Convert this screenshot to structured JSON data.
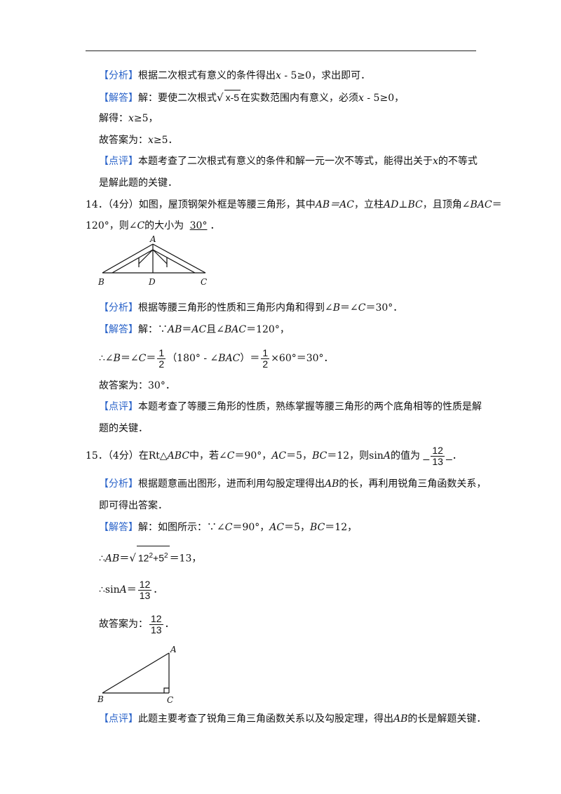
{
  "q13": {
    "analysis_tag": "【分析】",
    "analysis_text": "根据二次根式有意义的条件得出",
    "analysis_expr_x": "x",
    "analysis_expr_rest": " - 5≥0，求出即可．",
    "solution_tag": "【解答】",
    "solution_pre": "解：要使二次根式",
    "solution_radicand": "x-5",
    "solution_mid": "在实数范围内有意义，必须",
    "solution_x": "x",
    "solution_tail": " - 5≥0，",
    "solve_label": "解得：",
    "solve_x": "x",
    "solve_val": "≥5，",
    "answer_label": "故答案为：",
    "answer_x": "x",
    "answer_val": "≥5．",
    "comment_tag": "【点评】",
    "comment_l1": "本题考查了二次根式有意义的条件和解一元一次不等式，能得出关于",
    "comment_x": "x",
    "comment_l1_tail": "的不等式",
    "comment_l2": "是解此题的关键．"
  },
  "q14": {
    "stem_l1_a": "14．（4分）如图，屋顶钢架外框是等腰三角形，其中",
    "stem_l1_b": "AB＝AC",
    "stem_l1_c": "，立柱",
    "stem_l1_d": "AD⊥BC",
    "stem_l1_e": "，且顶角∠",
    "stem_l1_f": "BAC",
    "stem_l1_g": "＝",
    "stem_l2_a": "120°，则∠",
    "stem_l2_b": "C",
    "stem_l2_c": "的大小为",
    "answer_blank": "30°",
    "stem_l2_end": "．",
    "fig_labels": {
      "A": "A",
      "B": "B",
      "D": "D",
      "C": "C"
    },
    "analysis_tag": "【分析】",
    "analysis_a": "根据等腰三角形的性质和三角形内角和得到∠",
    "analysis_b": "B",
    "analysis_c": "＝∠",
    "analysis_d": "C",
    "analysis_e": "＝30°．",
    "solution_tag": "【解答】",
    "solution_a": "解：∵",
    "solution_b": "AB",
    "solution_c": "＝",
    "solution_d": "AC",
    "solution_e": "且∠",
    "solution_f": "BAC",
    "solution_g": "＝120°，",
    "calc_a": "∴∠",
    "calc_b": "B",
    "calc_c": "＝∠",
    "calc_d": "C",
    "calc_e": "＝",
    "frac_num": "1",
    "frac_den": "2",
    "calc_f": "（180° - ∠",
    "calc_g": "BAC",
    "calc_h": "）＝",
    "calc_i": "×60°＝30°．",
    "answer_label": "故答案为：30°．",
    "comment_tag": "【点评】",
    "comment_l1": "本题考查了等腰三角形的性质，熟练掌握等腰三角形的两个底角相等的性质是解",
    "comment_l2": "题的关键．"
  },
  "q15": {
    "stem_a": "15．（4分）在Rt△",
    "stem_b": "ABC",
    "stem_c": "中，若∠",
    "stem_d": "C",
    "stem_e": "＝90°，",
    "stem_f": "AC",
    "stem_g": "＝5，",
    "stem_h": "BC",
    "stem_i": "＝12，则sin",
    "stem_j": "A",
    "stem_k": "的值为",
    "ans_num": "12",
    "ans_den": "13",
    "stem_end": "．",
    "analysis_tag": "【分析】",
    "analysis_l1_a": "根据题意画出图形，进而利用勾股定理得出",
    "analysis_l1_b": "AB",
    "analysis_l1_c": "的长，再利用锐角三角函数关系，",
    "analysis_l2": "即可得出答案．",
    "solution_tag": "【解答】",
    "solution_a": "解：如图所示：∵∠",
    "solution_b": "C",
    "solution_c": "＝90°，",
    "solution_d": "AC",
    "solution_e": "＝5，",
    "solution_f": "BC",
    "solution_g": "＝12，",
    "ab_a": "∴",
    "ab_b": "AB",
    "ab_c": "＝",
    "ab_rad_1": "12",
    "ab_rad_exp1": "2",
    "ab_rad_2": "+5",
    "ab_rad_exp2": "2",
    "ab_d": "＝13，",
    "sin_a": "∴sin",
    "sin_b": "A",
    "sin_c": "＝",
    "sin_num": "12",
    "sin_den": "13",
    "sin_end": "．",
    "answer_label": "故答案为：",
    "answer_num": "12",
    "answer_den": "13",
    "answer_end": "．",
    "fig_labels": {
      "A": "A",
      "B": "B",
      "C": "C"
    },
    "comment_tag": "【点评】",
    "comment_a": "此题主要考查了锐角三角三角函数关系以及勾股定理，得出",
    "comment_b": "AB",
    "comment_c": "的长是解题关键．"
  }
}
